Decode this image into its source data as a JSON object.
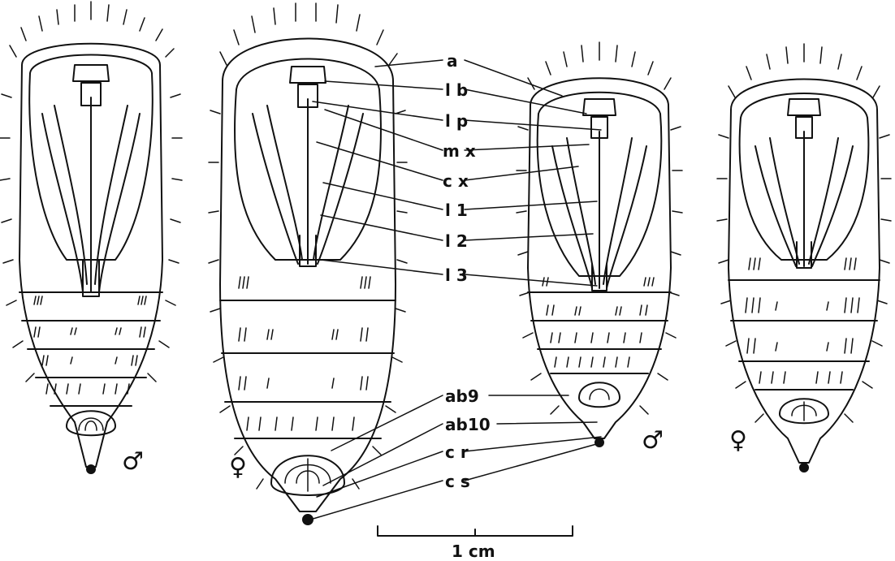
{
  "labels": {
    "a": "a",
    "lb": "l b",
    "lp": "l p",
    "mx": "m x",
    "cx": "c x",
    "l1": "l 1",
    "l2": "l 2",
    "l3": "l 3",
    "ab9": "ab9",
    "ab10": "ab10",
    "cr": "c r",
    "cs": "c s"
  },
  "sex_symbols": {
    "male": "♂",
    "female": "♀"
  },
  "scale_bar": {
    "label": "1 cm"
  }
}
